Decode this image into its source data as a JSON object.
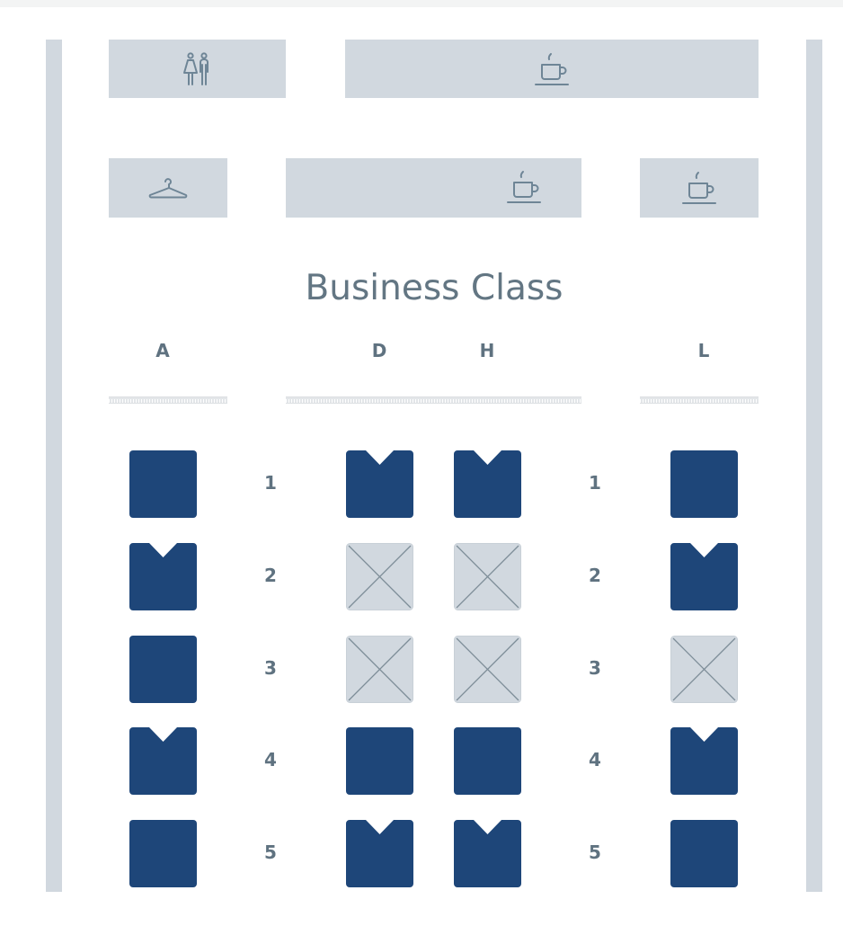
{
  "colors": {
    "seat_available": "#1e4679",
    "seat_unavailable_fill": "#d1d8df",
    "seat_unavailable_cross": "#7d8d98",
    "facility_bg": "#d1d8df",
    "facility_icon": "#6e8596",
    "text": "#5f7280",
    "wall": "#d1d8df"
  },
  "facilities": [
    {
      "id": "lavatory",
      "icon": "lavatory-icon"
    },
    {
      "id": "galley-1",
      "icon": "coffee-cup-icon"
    },
    {
      "id": "closet",
      "icon": "coat-hanger-icon"
    },
    {
      "id": "galley-2",
      "icon": "coffee-cup-icon"
    },
    {
      "id": "galley-3",
      "icon": "coffee-cup-icon"
    }
  ],
  "cabin": {
    "title": "Business Class",
    "columns": [
      "A",
      "D",
      "H",
      "L"
    ],
    "rows": [
      {
        "number": "1",
        "seats": {
          "A": "available",
          "D": "available-bassinet",
          "H": "available-bassinet",
          "L": "available"
        }
      },
      {
        "number": "2",
        "seats": {
          "A": "available-bassinet",
          "D": "unavailable",
          "H": "unavailable",
          "L": "available-bassinet"
        }
      },
      {
        "number": "3",
        "seats": {
          "A": "available",
          "D": "unavailable",
          "H": "unavailable",
          "L": "unavailable"
        }
      },
      {
        "number": "4",
        "seats": {
          "A": "available-bassinet",
          "D": "available",
          "H": "available",
          "L": "available-bassinet"
        }
      },
      {
        "number": "5",
        "seats": {
          "A": "available",
          "D": "available-bassinet",
          "H": "available-bassinet",
          "L": "available"
        }
      }
    ]
  },
  "labels": {
    "col_A": "A",
    "col_D": "D",
    "col_H": "H",
    "col_L": "L",
    "row_1": "1",
    "row_2": "2",
    "row_3": "3",
    "row_4": "4",
    "row_5": "5"
  }
}
